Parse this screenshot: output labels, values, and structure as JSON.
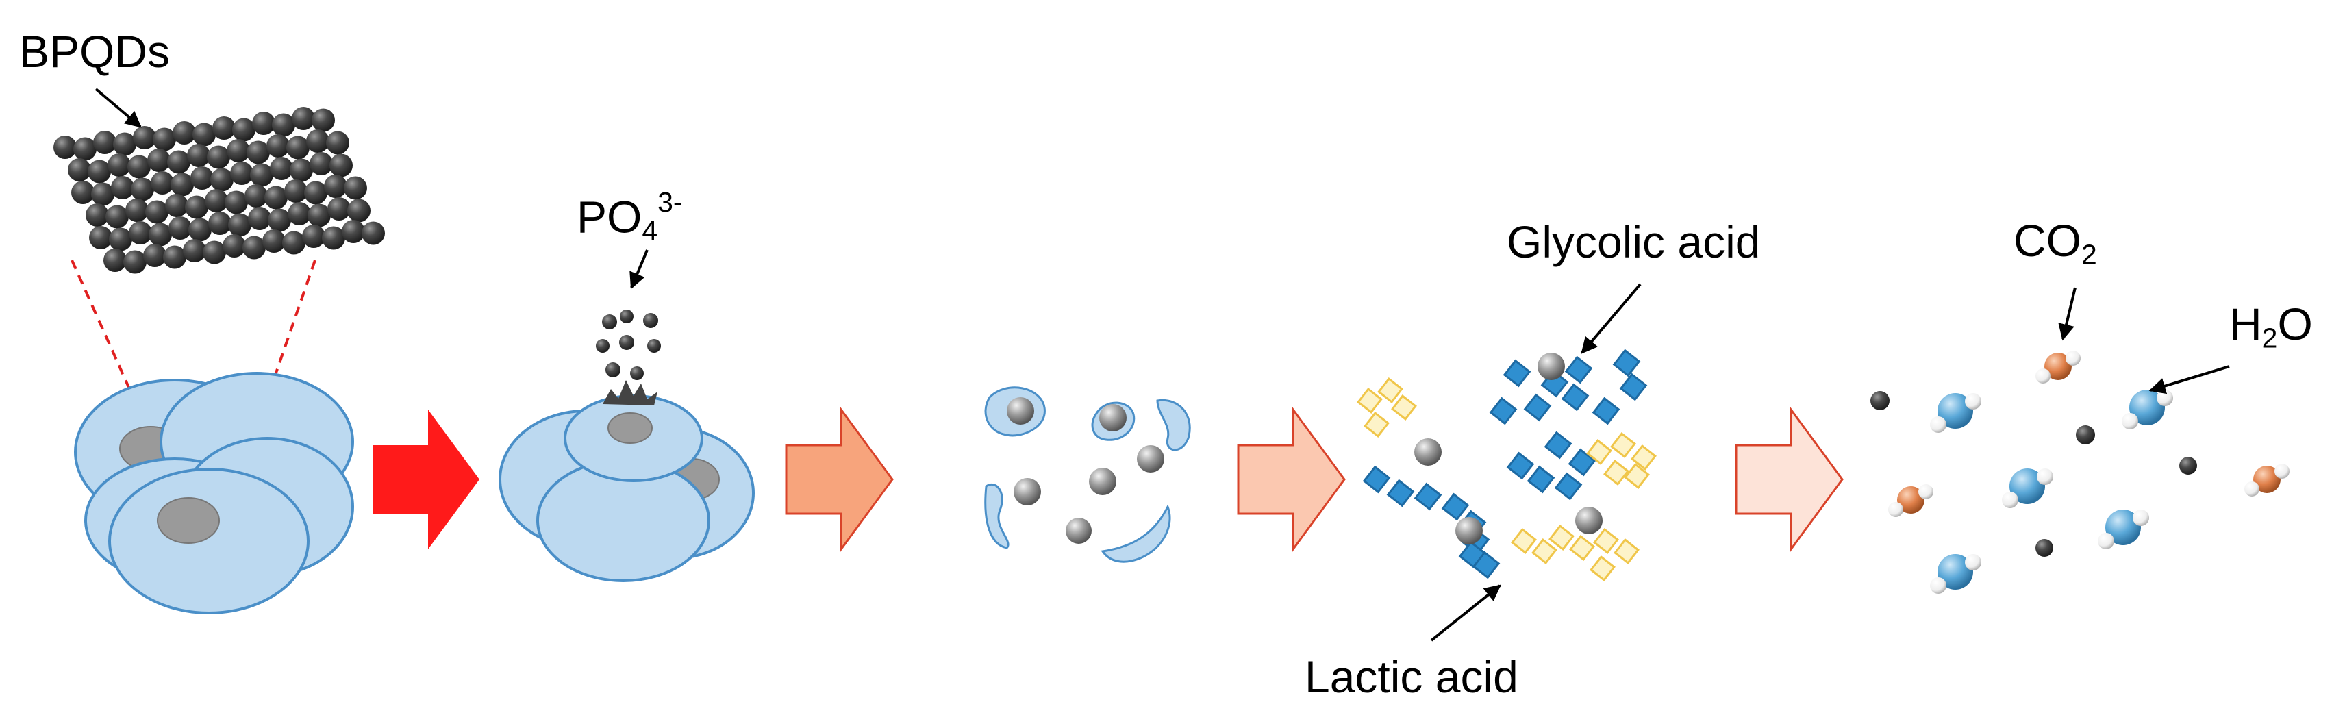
{
  "labels": {
    "bpqds": "BPQDs",
    "phosphate_base": "PO",
    "phosphate_sub": "4",
    "phosphate_sup": "3-",
    "glycolic_acid": "Glycolic acid",
    "lactic_acid": "Lactic acid",
    "co2_base": "CO",
    "co2_sub": "2",
    "h2o_h": "H",
    "h2o_sub": "2",
    "h2o_o": "O"
  },
  "colors": {
    "dot_dark": "#3a3a3a",
    "dot_grey": "#8a8a8a",
    "cell_fill": "#bcd9f0",
    "cell_stroke": "#4a8fc8",
    "nucleus": "#9a9a9a",
    "dashed_line": "#e02020",
    "arrow_1": "#ff1a1a",
    "arrow_2": "#f7a47c",
    "arrow_3": "#fbc8b0",
    "arrow_4": "#fde3d8",
    "glycolic_square": "#2f8fd0",
    "lactic_square": "#f7dc70",
    "water_oxygen": "#5aa8d8",
    "co2_center": "#e0804a",
    "hydrogen": "#ffffff"
  }
}
